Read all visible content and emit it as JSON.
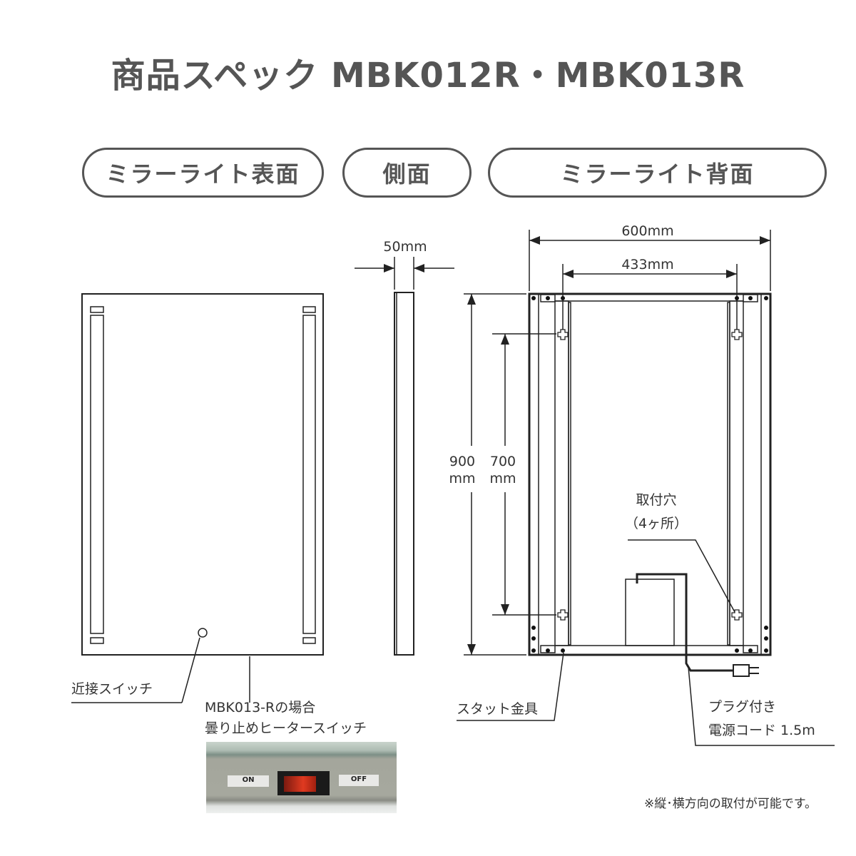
{
  "title": "商品スペック MBK012R・MBK013R",
  "sections": {
    "front": "ミラーライト表面",
    "side": "側面",
    "back": "ミラーライト背面"
  },
  "dimensions": {
    "depth": "50mm",
    "width": "600mm",
    "hole_width": "433mm",
    "height_value": "900",
    "height_unit": "mm",
    "hole_height_value": "700",
    "hole_height_unit": "mm"
  },
  "labels": {
    "proximity_switch": "近接スイッチ",
    "mbk013_case": "MBK013-Rの場合",
    "heater_switch": "曇り止めヒータースイッチ",
    "mount_holes": "取付穴",
    "mount_holes_count": "（4ヶ所）",
    "stud_bracket": "スタット金具",
    "plug": "プラグ付き",
    "power_cord": "電源コード 1.5m"
  },
  "photo": {
    "on_label": "ON",
    "off_label": "OFF"
  },
  "footnote": "※縦･横方向の取付が可能です。"
}
